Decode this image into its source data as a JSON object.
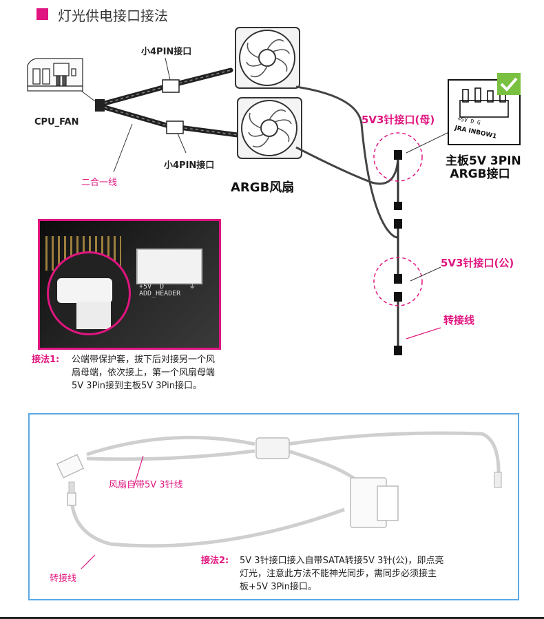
{
  "title": "灯光供电接口接法",
  "labels": {
    "mini4pin_top": "小4PIN接口",
    "mini4pin_bottom": "小4PIN接口",
    "cpu_fan": "CPU_FAN",
    "y_cable": "二合一线",
    "argb_fan": "ARGB风扇",
    "female": "5V3针接口(母)",
    "male": "5V3针接口(公)",
    "adapter": "转接线",
    "mb_line1": "主板5V 3PIN",
    "mb_line2": "ARGB接口",
    "jra_pins": "+5V  D      G",
    "jra_name": "JRA INBOW1",
    "header_pins": "+5V  D      ⏚",
    "header_name": "ADD_HEADER"
  },
  "method1": {
    "key": "接法1:",
    "line1": "公端带保护套，拔下后对接另一个风",
    "line2": "扇母端，依次接上，第一个风扇母端",
    "line3": "5V 3Pin接到主板5V 3Pin接口。"
  },
  "method2": {
    "fan_cable": "风扇自带5V 3针线",
    "adapter": "转接线",
    "key": "接法2:",
    "line1": "5V  3针接口接入自带SATA转接5V  3针(公)，即点亮",
    "line2": "灯光，注意此方法不能神光同步，需同步必须接主",
    "line3": "板+5V 3Pin接口。"
  },
  "colors": {
    "accent": "#e0157f",
    "box_border": "#5aa9e6",
    "check": "#7ac142"
  }
}
